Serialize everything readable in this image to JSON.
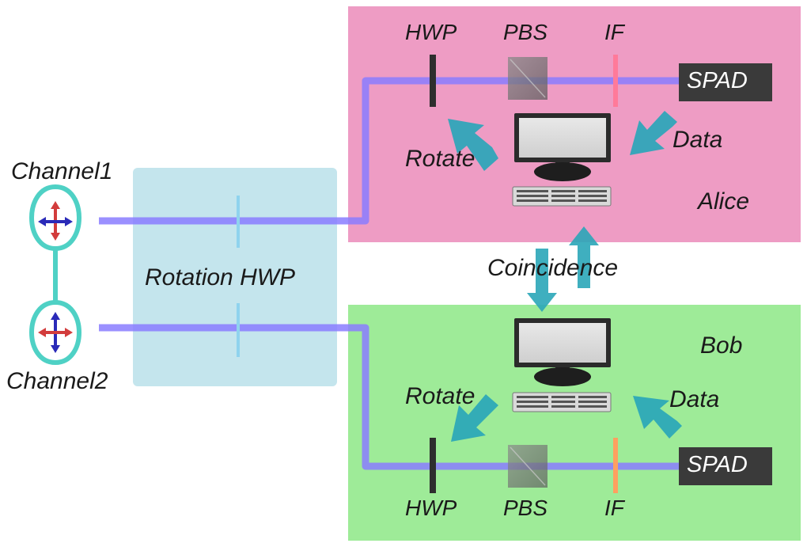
{
  "labels": {
    "channel1": "Channel1",
    "channel2": "Channel2",
    "rotation_hwp": "Rotation HWP",
    "coincidence": "Coincidence",
    "alice": "Alice",
    "bob": "Bob",
    "alice_hwp": "HWP",
    "alice_pbs": "PBS",
    "alice_if": "IF",
    "alice_spad": "SPAD",
    "alice_rotate": "Rotate",
    "alice_data": "Data",
    "bob_hwp": "HWP",
    "bob_pbs": "PBS",
    "bob_if": "IF",
    "bob_spad": "SPAD",
    "bob_rotate": "Rotate",
    "bob_data": "Data"
  },
  "colors": {
    "alice_panel": "#ee9cc4",
    "bob_panel": "#9eeb98",
    "rotation_panel": "#bfe3ec",
    "beam": "#8a7cff",
    "arrow": "#2aa6b8",
    "spad": "#3a3a3a",
    "loop": "#4fd1c5",
    "if_alice": "#ff7a9a",
    "if_bob": "#ffa060"
  }
}
